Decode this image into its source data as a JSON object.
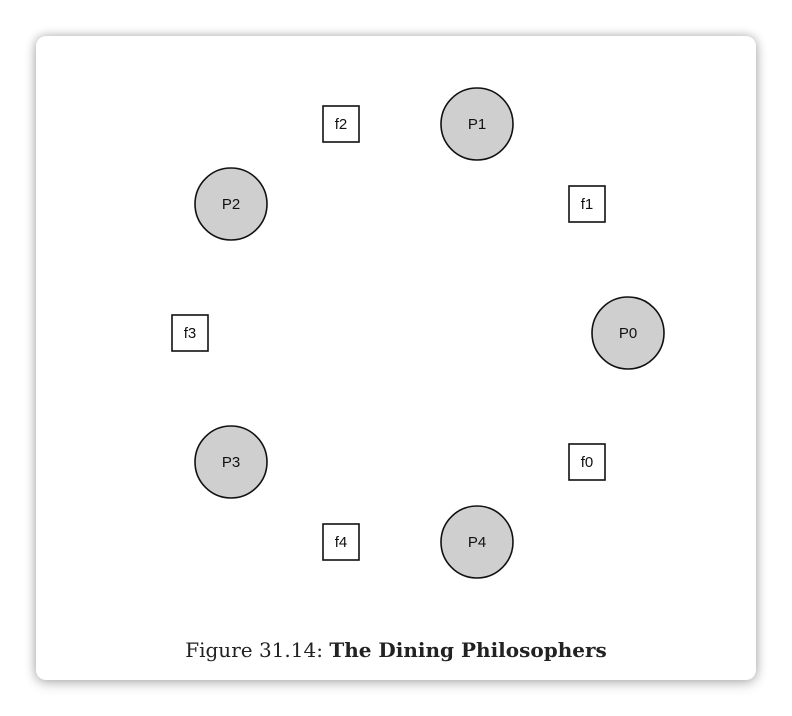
{
  "figure": {
    "caption_prefix": "Figure 31.14:",
    "caption_title": "The Dining Philosophers"
  },
  "colors": {
    "philosopher_fill": "#cfcfcf",
    "stroke": "#111111",
    "fork_fill": "#ffffff"
  },
  "philosophers": [
    {
      "id": "p0",
      "label": "P0"
    },
    {
      "id": "p1",
      "label": "P1"
    },
    {
      "id": "p2",
      "label": "P2"
    },
    {
      "id": "p3",
      "label": "P3"
    },
    {
      "id": "p4",
      "label": "P4"
    }
  ],
  "forks": [
    {
      "id": "f0",
      "label": "f0"
    },
    {
      "id": "f1",
      "label": "f1"
    },
    {
      "id": "f2",
      "label": "f2"
    },
    {
      "id": "f3",
      "label": "f3"
    },
    {
      "id": "f4",
      "label": "f4"
    }
  ]
}
